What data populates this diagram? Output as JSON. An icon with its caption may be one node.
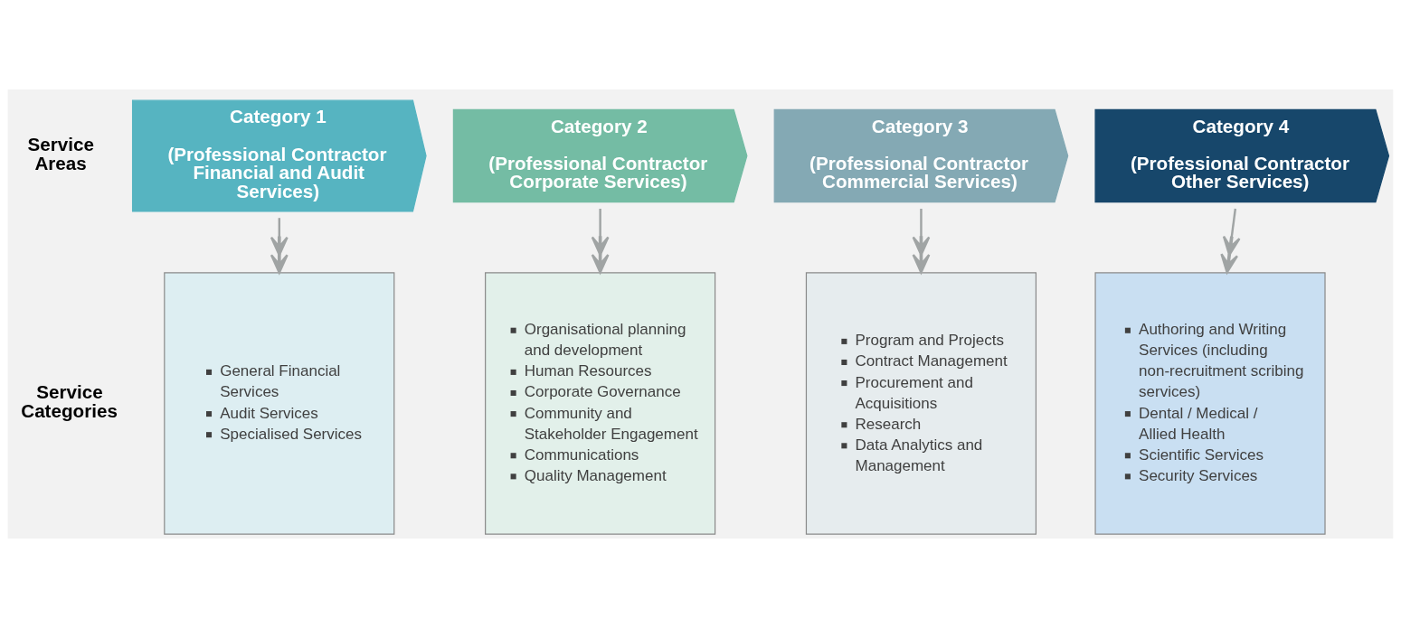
{
  "diagram": {
    "nodes": [
      {
        "text": [
          "Category 1",
          "(Professional Contractor Financial and Audit Services)"
        ]
      },
      {
        "text": [
          "Category 2",
          "(Professional Contractor Corporate Services)"
        ]
      },
      {
        "text": [
          "Category 3",
          "(Professional Contractor Commercial Services)"
        ]
      },
      {
        "text": [
          "Category 4",
          "(Professional Contractor Other Services)"
        ]
      },
      {
        "text": [
          "General Financial Services",
          "Audit Services",
          "Specialised Services"
        ]
      },
      {
        "text": [
          "Organisational planning and development",
          "Human Resources",
          "Corporate Governance",
          "Community and Stakeholder Engagement",
          "Communications",
          "Quality Management"
        ]
      },
      {
        "text": [
          "Program and Projects",
          "Contract Management",
          "Procurement and Acquisitions",
          "Research",
          "Data Analytics and Management"
        ]
      },
      {
        "text": [
          "Authoring and Writing Services (including non-recruitment scribing services)",
          "Dental / Medical / Allied Health",
          "Scientific Services",
          "Security Services"
        ]
      }
    ],
    "edges": [
      {
        "from": 0,
        "to": 4,
        "arrow": "to"
      },
      {
        "from": 1,
        "to": 5,
        "arrow": "to"
      },
      {
        "from": 2,
        "to": 6,
        "arrow": "to"
      },
      {
        "from": 3,
        "to": 7,
        "arrow": "to"
      }
    ],
    "labels": [
      "Service Areas",
      "Service Categories"
    ]
  }
}
